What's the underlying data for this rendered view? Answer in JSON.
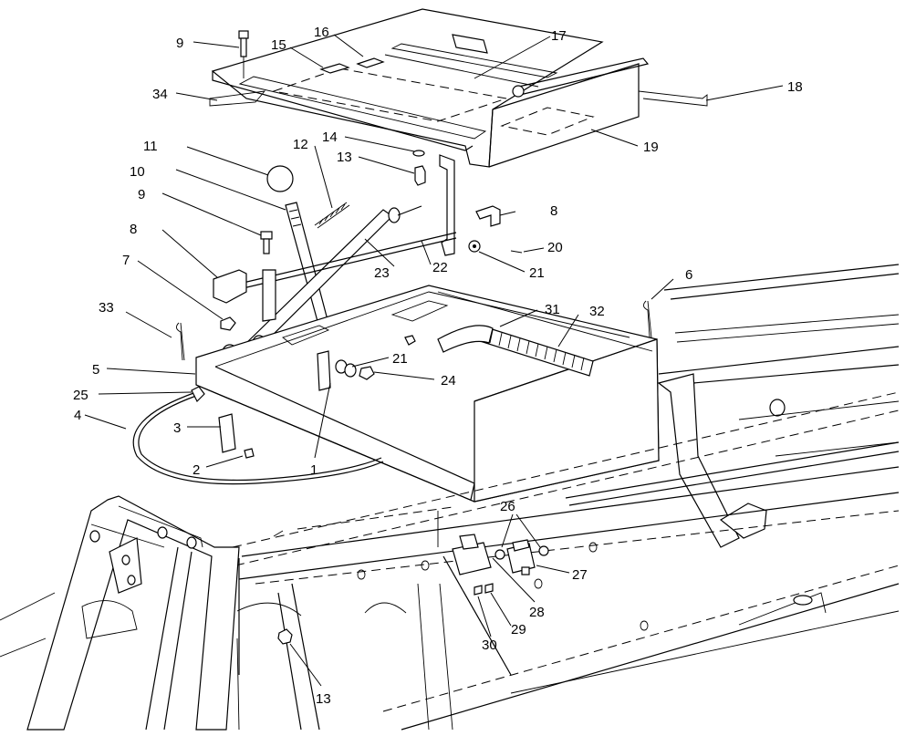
{
  "callouts": [
    {
      "id": "c9a",
      "label": "9"
    },
    {
      "id": "c15",
      "label": "15"
    },
    {
      "id": "c16",
      "label": "16"
    },
    {
      "id": "c17",
      "label": "17"
    },
    {
      "id": "c18",
      "label": "18"
    },
    {
      "id": "c34",
      "label": "34"
    },
    {
      "id": "c19",
      "label": "19"
    },
    {
      "id": "c14",
      "label": "14"
    },
    {
      "id": "c13a",
      "label": "13"
    },
    {
      "id": "c11",
      "label": "11"
    },
    {
      "id": "c12",
      "label": "12"
    },
    {
      "id": "c10",
      "label": "10"
    },
    {
      "id": "c9b",
      "label": "9"
    },
    {
      "id": "c8a",
      "label": "8"
    },
    {
      "id": "c8b",
      "label": "8"
    },
    {
      "id": "c20",
      "label": "20"
    },
    {
      "id": "c21a",
      "label": "21"
    },
    {
      "id": "c22",
      "label": "22"
    },
    {
      "id": "c23",
      "label": "23"
    },
    {
      "id": "c7",
      "label": "7"
    },
    {
      "id": "c6",
      "label": "6"
    },
    {
      "id": "c33",
      "label": "33"
    },
    {
      "id": "c31",
      "label": "31"
    },
    {
      "id": "c32",
      "label": "32"
    },
    {
      "id": "c21b",
      "label": "21"
    },
    {
      "id": "c24",
      "label": "24"
    },
    {
      "id": "c5",
      "label": "5"
    },
    {
      "id": "c25",
      "label": "25"
    },
    {
      "id": "c4",
      "label": "4"
    },
    {
      "id": "c3",
      "label": "3"
    },
    {
      "id": "c2",
      "label": "2"
    },
    {
      "id": "c1",
      "label": "1"
    },
    {
      "id": "c26",
      "label": "26"
    },
    {
      "id": "c27",
      "label": "27"
    },
    {
      "id": "c28",
      "label": "28"
    },
    {
      "id": "c29",
      "label": "29"
    },
    {
      "id": "c30",
      "label": "30"
    },
    {
      "id": "c13b",
      "label": "13"
    }
  ]
}
